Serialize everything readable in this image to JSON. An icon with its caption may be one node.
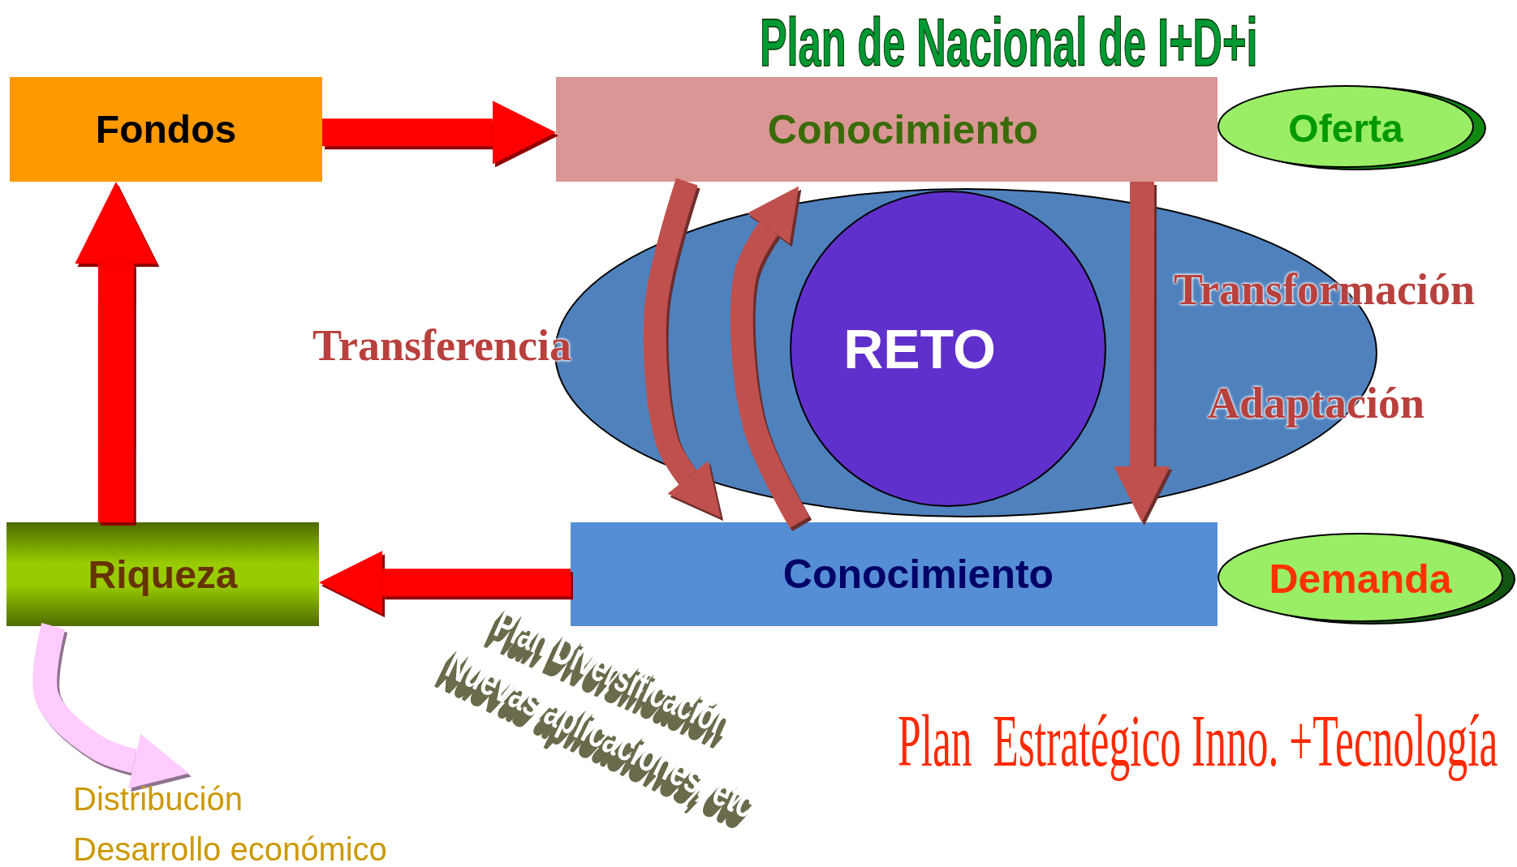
{
  "diagram": {
    "title": "Plan de Nacional de I+D+i",
    "nodes": [
      {
        "text": [
          "Fondos"
        ]
      },
      {
        "text": [
          "Conocimiento"
        ]
      },
      {
        "text": [
          "Oferta"
        ]
      },
      {
        "text": [],
        "shape": "ellipse"
      },
      {
        "text": [
          "RETO"
        ],
        "in": 3
      },
      {
        "text": [
          "Conocimiento"
        ]
      },
      {
        "text": [
          "Demanda"
        ]
      },
      {
        "text": [
          "Riqueza"
        ]
      },
      {
        "text": [
          "Distribución",
          "Desarrollo económico"
        ]
      }
    ],
    "edges": [
      {
        "from": 0,
        "to": 1,
        "arrow": "to"
      },
      {
        "from": 5,
        "to": 7,
        "arrow": "to"
      },
      {
        "from": 7,
        "to": 0,
        "arrow": "to"
      },
      {
        "from": 7,
        "to": 8,
        "arrow": "to",
        "color": "#ffccff"
      },
      {
        "from": 1,
        "to": 5,
        "arrow": "to",
        "color": "#c0504d"
      },
      {
        "from": 5,
        "to": 1,
        "arrow": "to",
        "color": "#c0504d"
      },
      {
        "from": 1,
        "to": 5,
        "arrow": "to",
        "color": "#c0504d"
      }
    ],
    "labels": [
      "Transferencia",
      "Transformación",
      "Adaptación",
      "Plan Diversificación",
      "Nuevas aplicaciones, etc",
      "Plan  Estratégico Inno. +Tecnología"
    ]
  }
}
